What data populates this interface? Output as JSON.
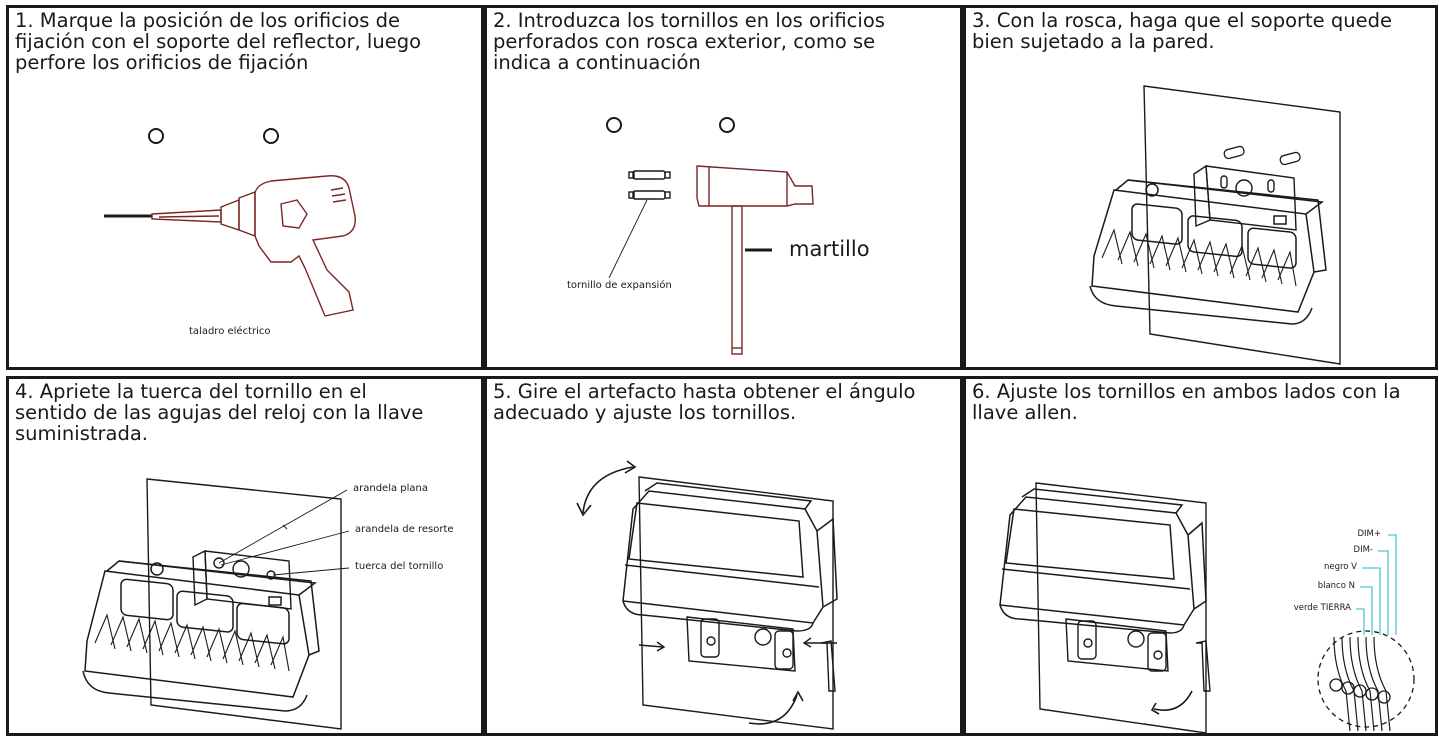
{
  "steps": [
    {
      "text": "1. Marque la posición de los orificios de\n    fijación con el soporte del reflector, luego\n    perfore los orificios de fijación",
      "labels": {
        "drill": "taladro eléctrico"
      }
    },
    {
      "text": "2. Introduzca los tornillos en los orificios\n    perforados con rosca exterior, como se\n    indica a continuación",
      "labels": {
        "hammer": "martillo",
        "anchor": "tornillo de expansión"
      }
    },
    {
      "text": "3. Con la rosca, haga que el soporte quede\n    bien sujetado a la pared."
    },
    {
      "text": "4. Apriete la tuerca del tornillo en el\n    sentido de las agujas del reloj con la llave\n    suministrada.",
      "labels": {
        "flat_washer": "arandela plana",
        "spring_washer": "arandela de resorte",
        "nut": "tuerca del tornillo"
      }
    },
    {
      "text": "5. Gire el artefacto hasta obtener el ángulo\n    adecuado y ajuste los tornillos."
    },
    {
      "text": "6. Ajuste los tornillos en ambos lados con la\n    llave allen.",
      "wires": [
        "DIM+",
        "DIM-",
        "negro V",
        "blanco N",
        "verde TIERRA"
      ]
    }
  ],
  "colors": {
    "line": "#1a1a1a",
    "drill": "#7a2626",
    "wire": "#4fc7cf"
  }
}
